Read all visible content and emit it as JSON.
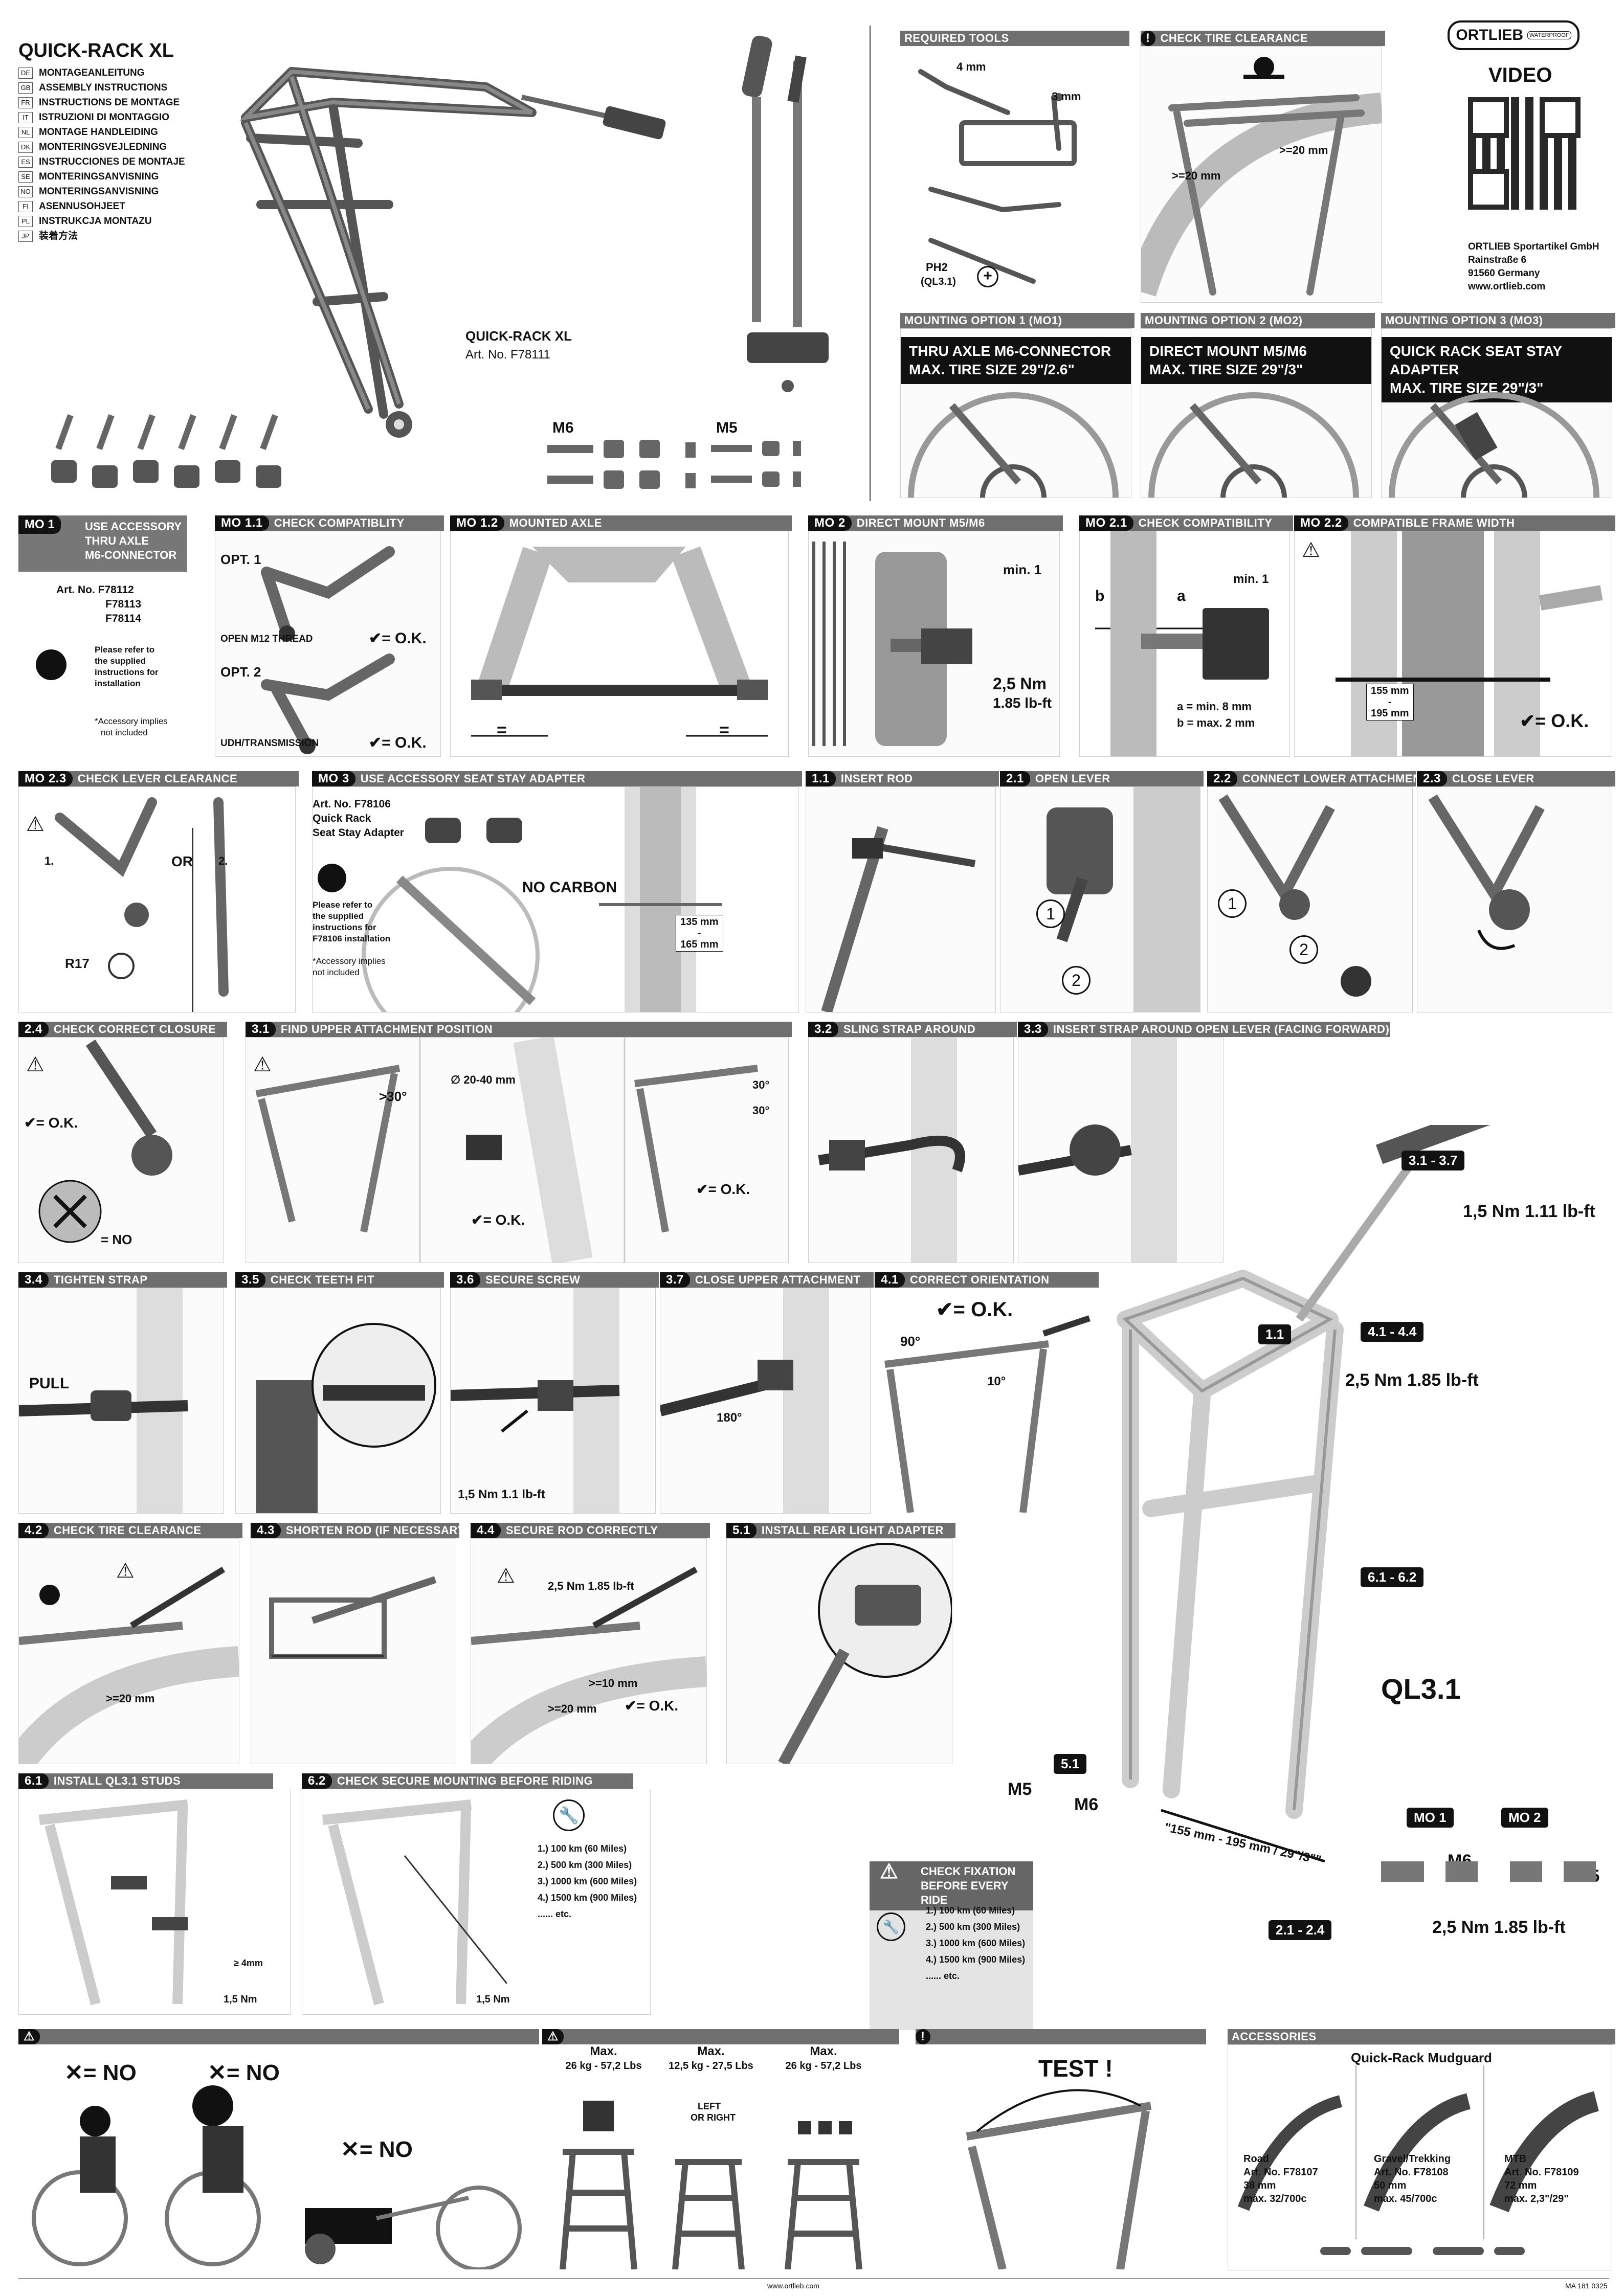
{
  "product": {
    "title": "QUICK-RACK XL",
    "name": "QUICK-RACK XL",
    "art_no": "Art. No. F78111"
  },
  "languages": [
    {
      "code": "DE",
      "label": "MONTAGEANLEITUNG"
    },
    {
      "code": "GB",
      "label": "ASSEMBLY INSTRUCTIONS"
    },
    {
      "code": "FR",
      "label": "INSTRUCTIONS DE MONTAGE"
    },
    {
      "code": "IT",
      "label": "ISTRUZIONI DI MONTAGGIO"
    },
    {
      "code": "NL",
      "label": "MONTAGE HANDLEIDING"
    },
    {
      "code": "DK",
      "label": "MONTERINGSVEJLEDNING"
    },
    {
      "code": "ES",
      "label": "INSTRUCCIONES DE MONTAJE"
    },
    {
      "code": "SE",
      "label": "MONTERINGSANVISNING"
    },
    {
      "code": "NO",
      "label": "MONTERINGSANVISNING"
    },
    {
      "code": "FI",
      "label": "ASENNUSOHJEET"
    },
    {
      "code": "PL",
      "label": "INSTRUKCJA MONTAZU"
    },
    {
      "code": "JP",
      "label": "装着方法"
    }
  ],
  "parts": {
    "m6": "M6",
    "m5": "M5"
  },
  "tools": {
    "header": "REQUIRED TOOLS",
    "hex4": "4 mm",
    "hex3": "3 mm",
    "ph2": "PH2",
    "ql": "(QL3.1)"
  },
  "tire_clearance_top": {
    "header": "CHECK TIRE CLEARANCE",
    "c1": ">=20 mm",
    "c2": ">=20 mm"
  },
  "brand": {
    "logo": "ORTLIEB",
    "logo_sub": "WATERPROOF",
    "video": "VIDEO",
    "company": "ORTLIEB Sportartikel GmbH",
    "street": "Rainstraße 6",
    "city": "91560 Germany",
    "web": "www.ortlieb.com"
  },
  "options": [
    {
      "header": "MOUNTING OPTION 1 (MO1)",
      "line1": "THRU AXLE M6-CONNECTOR",
      "line2": "MAX. TIRE SIZE 29\"/2.6\""
    },
    {
      "header": "MOUNTING OPTION 2 (MO2)",
      "line1": "DIRECT MOUNT M5/M6",
      "line2": "MAX. TIRE SIZE 29\"/3\""
    },
    {
      "header": "MOUNTING OPTION 3 (MO3)",
      "line1": "QUICK RACK SEAT STAY ADAPTER",
      "line2": "MAX. TIRE SIZE 29\"/3\""
    }
  ],
  "mo1": {
    "num": "MO 1",
    "l1": "USE ACCESSORY",
    "l2": "THRU AXLE",
    "l3": "M6-CONNECTOR",
    "art": "Art. No. F78112",
    "art2": "F78113",
    "art3": "F78114",
    "note1": "Please refer to",
    "note2": "the supplied",
    "note3": "instructions for",
    "note4": "installation",
    "acc1": "*Accessory implies",
    "acc2": "not included"
  },
  "mo11": {
    "num": "MO 1.1",
    "header": "CHECK COMPATIBLITY",
    "opt1": "OPT. 1",
    "opt1_label": "OPEN M12 THREAD",
    "opt2": "OPT. 2",
    "opt2_label": "UDH/TRANSMISSION",
    "ok": "✔= O.K."
  },
  "mo12": {
    "num": "MO 1.2",
    "header": "MOUNTED AXLE",
    "eq": "="
  },
  "mo2": {
    "num": "MO 2",
    "header": "DIRECT MOUNT M5/M6",
    "min": "min. 1",
    "torque": "2,5 Nm",
    "torque2": "1.85 lb-ft"
  },
  "mo21": {
    "num": "MO 2.1",
    "header": "CHECK COMPATIBILITY",
    "b": "b",
    "a": "a",
    "min": "min. 1",
    "a_val": "a = min. 8 mm",
    "b_val": "b = max. 2 mm"
  },
  "mo22": {
    "num": "MO 2.2",
    "header": "COMPATIBLE FRAME WIDTH",
    "w1": "155 mm",
    "dash": "-",
    "w2": "195 mm",
    "ok": "✔= O.K."
  },
  "mo23": {
    "num": "MO 2.3",
    "header": "CHECK LEVER CLEARANCE",
    "s1": "1.",
    "or": "OR",
    "s2": "2.",
    "r17": "R17"
  },
  "mo3": {
    "num": "MO 3",
    "header": "USE ACCESSORY SEAT STAY ADAPTER",
    "art": "Art. No. F78106",
    "l1": "Quick Rack",
    "l2": "Seat Stay Adapter",
    "n1": "Please refer to",
    "n2": "the supplied",
    "n3": "instructions for",
    "n4": "F78106 installation",
    "a1": "*Accessory implies",
    "a2": "not included",
    "carbon": "NO CARBON",
    "w1": "135 mm",
    "dash": "-",
    "w2": "165 mm"
  },
  "s11": {
    "num": "1.1",
    "header": "INSERT ROD"
  },
  "s21": {
    "num": "2.1",
    "header": "OPEN LEVER",
    "c1": "1",
    "c2": "2"
  },
  "s22": {
    "num": "2.2",
    "header": "CONNECT LOWER ATTACHMENT",
    "c1": "1",
    "c2": "2"
  },
  "s23": {
    "num": "2.3",
    "header": "CLOSE LEVER"
  },
  "s24": {
    "num": "2.4",
    "header": "CHECK CORRECT CLOSURE",
    "ok": "✔= O.K.",
    "no": "= NO"
  },
  "s31": {
    "num": "3.1",
    "header": "FIND UPPER ATTACHMENT POSITION",
    "angle": ">30°",
    "dia": "∅ 20-40 mm",
    "ok": "✔= O.K.",
    "a30": "30°",
    "a30b": "30°",
    "ok2": "✔= O.K."
  },
  "s32": {
    "num": "3.2",
    "header": "SLING STRAP AROUND"
  },
  "s33": {
    "num": "3.3",
    "header": "INSERT STRAP AROUND OPEN LEVER (FACING FORWARD)"
  },
  "s34": {
    "num": "3.4",
    "header": "TIGHTEN STRAP",
    "pull": "PULL"
  },
  "s35": {
    "num": "3.5",
    "header": "CHECK TEETH FIT"
  },
  "s36": {
    "num": "3.6",
    "header": "SECURE SCREW",
    "torque": "1,5 Nm  1.1 lb-ft"
  },
  "s37": {
    "num": "3.7",
    "header": "CLOSE UPPER ATTACHMENT",
    "angle": "180°"
  },
  "s41": {
    "num": "4.1",
    "header": "CORRECT ORIENTATION",
    "ok": "✔= O.K.",
    "a90": "90°",
    "a10": "10°"
  },
  "s42": {
    "num": "4.2",
    "header": "CHECK TIRE CLEARANCE",
    "c": ">=20 mm"
  },
  "s43": {
    "num": "4.3",
    "header": "SHORTEN ROD (IF NECESSARY)"
  },
  "s44": {
    "num": "4.4",
    "header": "SECURE ROD CORRECTLY",
    "torque": "2,5 Nm  1.85 lb-ft",
    "c1": ">=10 mm",
    "c2": ">=20 mm",
    "ok": "✔= O.K."
  },
  "s51": {
    "num": "5.1",
    "header": "INSTALL REAR LIGHT ADAPTER"
  },
  "s61": {
    "num": "6.1",
    "header": "INSTALL QL3.1 STUDS",
    "dia": "≥ 4mm",
    "torque": "1,5 Nm"
  },
  "s62": {
    "num": "6.2",
    "header": "CHECK SECURE MOUNTING BEFORE RIDING",
    "torque": "1,5 Nm",
    "list": [
      "1.)  100 km   (60 Miles)",
      "2.)  500 km  (300 Miles)",
      "3.) 1000 km  (600 Miles)",
      "4.) 1500 km  (900 Miles)",
      "...... etc."
    ]
  },
  "overview": {
    "t1": "3.1  -  3.7",
    "torque_top": "1,5 Nm  1.11 lb-ft",
    "t11": "1.1",
    "t41": "4.1  -  4.4",
    "torque_mid": "2,5 Nm  1.85 lb-ft",
    "t61": "6.1  -  6.2",
    "ql": "QL3.1",
    "t51": "5.1",
    "m5": "M5",
    "m6": "M6",
    "width": "\"155 mm - 195 mm / 29\"/3\"\"",
    "mo1": "MO 1",
    "mo2": "MO 2",
    "m6b": "M6",
    "m5b": "M5",
    "torque_bot": "2,5 Nm  1.85 lb-ft",
    "t21": "2.1  -  2.4"
  },
  "fixation": {
    "h1": "CHECK FIXATION",
    "h2": "BEFORE EVERY RIDE",
    "list": [
      "1.)  100 km   (60 Miles)",
      "2.)  500 km  (300 Miles)",
      "3.) 1000 km  (600 Miles)",
      "4.) 1500 km  (900 Miles)",
      "...... etc."
    ]
  },
  "bottom": {
    "no1": "= NO",
    "no2": "= NO",
    "no3": "= NO",
    "l1a": "Max.",
    "l1b": "26 kg - 57,2 Lbs",
    "l2a": "Max.",
    "l2b": "12,5 kg - 27,5 Lbs",
    "left": "LEFT",
    "right": "OR RIGHT",
    "l3a": "Max.",
    "l3b": "26 kg - 57,2 Lbs",
    "test": "TEST !"
  },
  "accessories": {
    "header": "ACCESSORIES",
    "title": "Quick-Rack Mudguard",
    "items": [
      {
        "name": "Road",
        "art": "Art. No. F78107",
        "w": "38 mm",
        "max": "max. 32/700c"
      },
      {
        "name": "Gravel/Trekking",
        "art": "Art. No. F78108",
        "w": "50 mm",
        "max": "max. 45/700c"
      },
      {
        "name": "MTB",
        "art": "Art. No. F78109",
        "w": "72 mm",
        "max": "max. 2,3\"/29\""
      }
    ]
  },
  "footer": {
    "web": "www.ortlieb.com",
    "code": "MA 181 0325"
  },
  "colors": {
    "header": "#6f6f6f",
    "badge": "#111111",
    "rack": "#8a8a8a",
    "panel": "#fbfbfb"
  }
}
